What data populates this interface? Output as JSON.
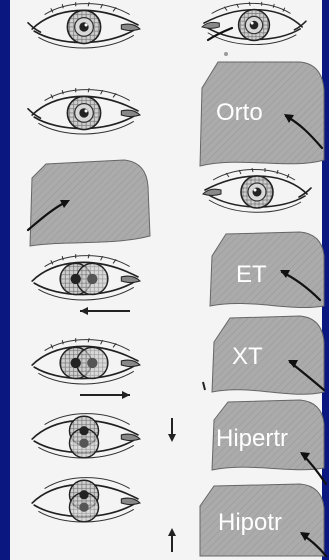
{
  "colors": {
    "background": "#0b1780",
    "panel": "#f4f4f4",
    "card": "#a9a9a9",
    "ink": "#222222",
    "label": "#ffffff"
  },
  "cards": [
    {
      "label": "Orto"
    },
    {
      "label": ""
    },
    {
      "label": "ET"
    },
    {
      "label": "XT"
    },
    {
      "label": "Hipertr"
    },
    {
      "label": "Hipotr"
    }
  ]
}
